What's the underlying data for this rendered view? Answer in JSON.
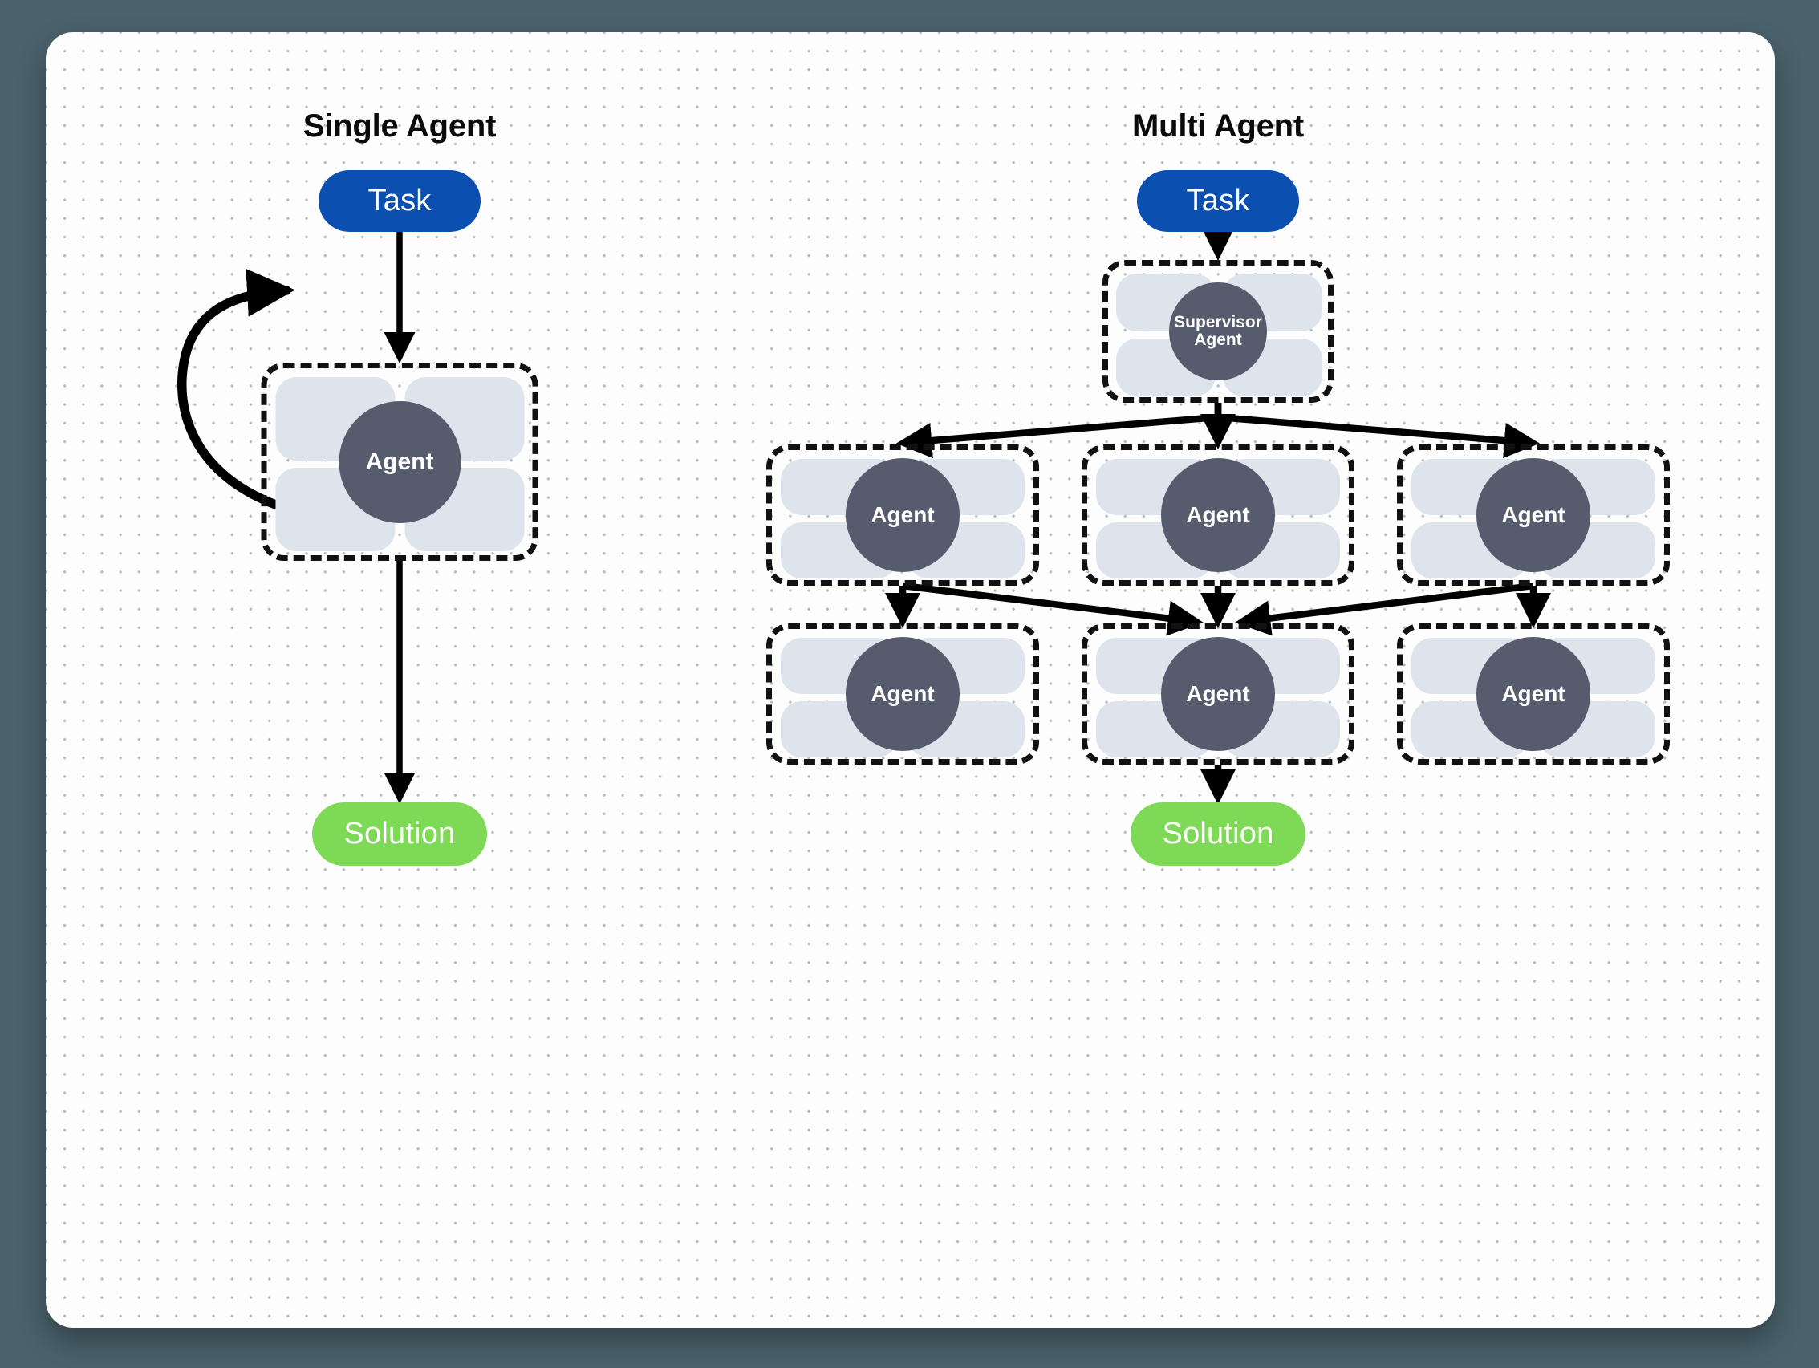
{
  "colors": {
    "page_background": "#4a626c",
    "card_background": "#fdfdfd",
    "task_fill": "#0b50b0",
    "solution_fill": "#7ed957",
    "agent_core_fill": "#565c6e",
    "agent_quadrant_fill": "#dee4ec",
    "dashed_border": "#111111",
    "arrow": "#000000",
    "dot_grid": "#9aa3ad"
  },
  "panels": {
    "single": {
      "title": "Single Agent",
      "task_label": "Task",
      "agent_label": "Agent",
      "solution_label": "Solution"
    },
    "multi": {
      "title": "Multi Agent",
      "task_label": "Task",
      "supervisor_label": "Supervisor\nAgent",
      "solution_label": "Solution",
      "row1": [
        {
          "label": "Agent"
        },
        {
          "label": "Agent"
        },
        {
          "label": "Agent"
        }
      ],
      "row2": [
        {
          "label": "Agent"
        },
        {
          "label": "Agent"
        },
        {
          "label": "Agent"
        }
      ]
    }
  },
  "diagram_data": {
    "type": "flow-diagram",
    "panels": [
      "Single Agent",
      "Multi Agent"
    ],
    "nodes": [
      {
        "id": "s-task",
        "label": "Task",
        "shape": "pill",
        "color": "#0b50b0",
        "panel": "Single Agent"
      },
      {
        "id": "s-agent",
        "label": "Agent",
        "shape": "agent-cluster",
        "color": "#565c6e",
        "panel": "Single Agent"
      },
      {
        "id": "s-solution",
        "label": "Solution",
        "shape": "pill",
        "color": "#7ed957",
        "panel": "Single Agent"
      },
      {
        "id": "m-task",
        "label": "Task",
        "shape": "pill",
        "color": "#0b50b0",
        "panel": "Multi Agent"
      },
      {
        "id": "m-supervisor",
        "label": "Supervisor Agent",
        "shape": "agent-cluster",
        "color": "#565c6e",
        "panel": "Multi Agent"
      },
      {
        "id": "m-a1",
        "label": "Agent",
        "shape": "agent-cluster",
        "color": "#565c6e",
        "panel": "Multi Agent"
      },
      {
        "id": "m-a2",
        "label": "Agent",
        "shape": "agent-cluster",
        "color": "#565c6e",
        "panel": "Multi Agent"
      },
      {
        "id": "m-a3",
        "label": "Agent",
        "shape": "agent-cluster",
        "color": "#565c6e",
        "panel": "Multi Agent"
      },
      {
        "id": "m-b1",
        "label": "Agent",
        "shape": "agent-cluster",
        "color": "#565c6e",
        "panel": "Multi Agent"
      },
      {
        "id": "m-b2",
        "label": "Agent",
        "shape": "agent-cluster",
        "color": "#565c6e",
        "panel": "Multi Agent"
      },
      {
        "id": "m-b3",
        "label": "Agent",
        "shape": "agent-cluster",
        "color": "#565c6e",
        "panel": "Multi Agent"
      },
      {
        "id": "m-solution",
        "label": "Solution",
        "shape": "pill",
        "color": "#7ed957",
        "panel": "Multi Agent"
      }
    ],
    "edges": [
      {
        "from": "s-task",
        "to": "s-agent",
        "style": "straight-arrow"
      },
      {
        "from": "s-agent",
        "to": "s-agent",
        "style": "self-loop-arrow"
      },
      {
        "from": "s-agent",
        "to": "s-solution",
        "style": "straight-arrow"
      },
      {
        "from": "m-task",
        "to": "m-supervisor",
        "style": "straight-arrow"
      },
      {
        "from": "m-supervisor",
        "to": "m-a1",
        "style": "straight-arrow"
      },
      {
        "from": "m-supervisor",
        "to": "m-a2",
        "style": "straight-arrow"
      },
      {
        "from": "m-supervisor",
        "to": "m-a3",
        "style": "straight-arrow"
      },
      {
        "from": "m-a1",
        "to": "m-b1",
        "style": "straight-arrow"
      },
      {
        "from": "m-a1",
        "to": "m-b2",
        "style": "straight-arrow"
      },
      {
        "from": "m-a2",
        "to": "m-b2",
        "style": "straight-arrow"
      },
      {
        "from": "m-a3",
        "to": "m-b2",
        "style": "straight-arrow"
      },
      {
        "from": "m-a3",
        "to": "m-b3",
        "style": "straight-arrow"
      },
      {
        "from": "m-b2",
        "to": "m-solution",
        "style": "straight-arrow"
      }
    ]
  }
}
